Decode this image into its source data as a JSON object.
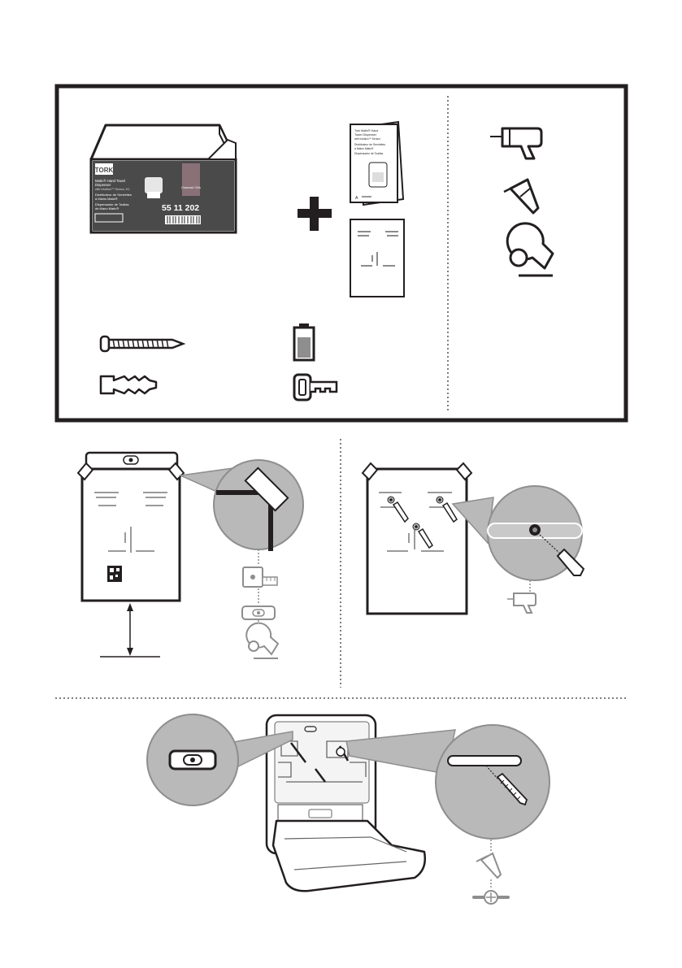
{
  "box": {
    "brand": "TORK",
    "title_line1": "Matic® Hand Towel",
    "title_line2": "Dispenser",
    "title_line3": "with Intuition™ Sensor, H1",
    "title_fr1": "Distributeur de Serviettes",
    "title_fr2": "à Mains Matic®",
    "title_es1": "Dispensador de Toallas",
    "title_es2": "de Mano Matic®",
    "color_label": "Charcoal / Gris",
    "product_code": "55 11 202"
  },
  "manual": {
    "line1": "Tork Matic® Hand",
    "line2": "Towel Dispenser",
    "line3": "with Intuition™ Sensor",
    "line4": "Distributeur de Serviettes",
    "line5": "à Mains Matic®",
    "line6": "Dispensador de Toallas",
    "page_mark": "A"
  },
  "colors": {
    "frame": "#231f20",
    "gray": "#8e8e8e",
    "light_gray": "#b9b9b9",
    "box_panel": "#4a4a4a"
  },
  "icons": [
    "drill-icon",
    "screwdriver-icon",
    "tape-icon",
    "screw-icon",
    "wall-plug-icon",
    "battery-icon",
    "key-icon",
    "measuring-tape-icon",
    "spirit-level-icon"
  ]
}
